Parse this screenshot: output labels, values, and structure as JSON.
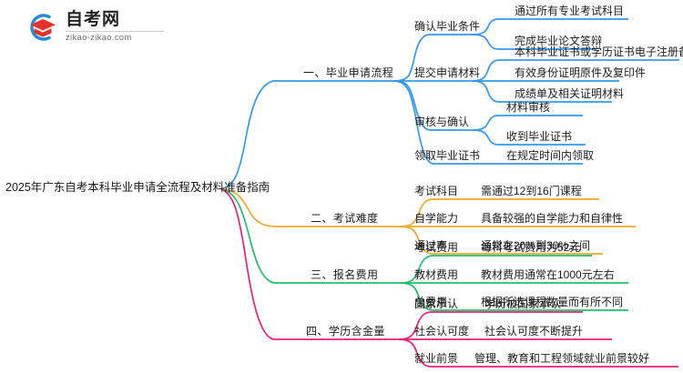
{
  "logo": {
    "name": "zikao-logo",
    "cn_text": "自考网",
    "en_text": "zikao-zikao.com",
    "mark_colors": {
      "arc": "#1E8BDE",
      "cap": "#E8302A"
    }
  },
  "mindmap": {
    "root": {
      "label": "2025年广东自考本科毕业申请全流程及材料准备指南"
    },
    "branch_colors": {
      "branch1": "#3399F0",
      "branch2": "#F0A82A",
      "branch3": "#1EC06A",
      "branch4": "#ED1E79"
    },
    "branches": [
      {
        "label": "一、毕业申请流程",
        "color": "#3399F0",
        "children": [
          {
            "label": "确认毕业条件",
            "children": [
              {
                "label": "通过所有专业考试科目"
              },
              {
                "label": "完成毕业论文答辩"
              }
            ]
          },
          {
            "label": "提交申请材料",
            "children": [
              {
                "label": "本科毕业证书或学历证书电子注册备案表"
              },
              {
                "label": "有效身份证明原件及复印件"
              },
              {
                "label": "成绩单及相关证明材料"
              }
            ]
          },
          {
            "label": "审核与确认",
            "children": [
              {
                "label": "材料审核"
              },
              {
                "label": "收到毕业证书"
              }
            ]
          },
          {
            "label": "领取毕业证书",
            "children": [
              {
                "label": "在规定时间内领取"
              }
            ]
          }
        ]
      },
      {
        "label": "二、考试难度",
        "color": "#F0A82A",
        "children": [
          {
            "label": "考试科目",
            "children": [
              {
                "label": "需通过12到16门课程"
              }
            ]
          },
          {
            "label": "自学能力",
            "children": [
              {
                "label": "具备较强的自学能力和自律性"
              }
            ]
          },
          {
            "label": "通过率",
            "children": [
              {
                "label": "通常在20%到30%之间"
              }
            ]
          }
        ]
      },
      {
        "label": "三、报名费用",
        "color": "#1EC06A",
        "children": [
          {
            "label": "考试费用",
            "children": [
              {
                "label": "每科考试费用为52元"
              }
            ]
          },
          {
            "label": "教材费用",
            "children": [
              {
                "label": "教材费用通常在1000元左右"
              }
            ]
          },
          {
            "label": "总费用",
            "children": [
              {
                "label": "根据所选课程数量而有所不同"
              }
            ]
          }
        ]
      },
      {
        "label": "四、学历含金量",
        "color": "#ED1E79",
        "children": [
          {
            "label": "国家承认",
            "children": [
              {
                "label": "学历被国家承认"
              }
            ]
          },
          {
            "label": "社会认可度",
            "children": [
              {
                "label": "社会认可度不断提升"
              }
            ]
          },
          {
            "label": "就业前景",
            "children": [
              {
                "label": "管理、教育和工程领域就业前景较好"
              }
            ]
          }
        ]
      }
    ]
  }
}
